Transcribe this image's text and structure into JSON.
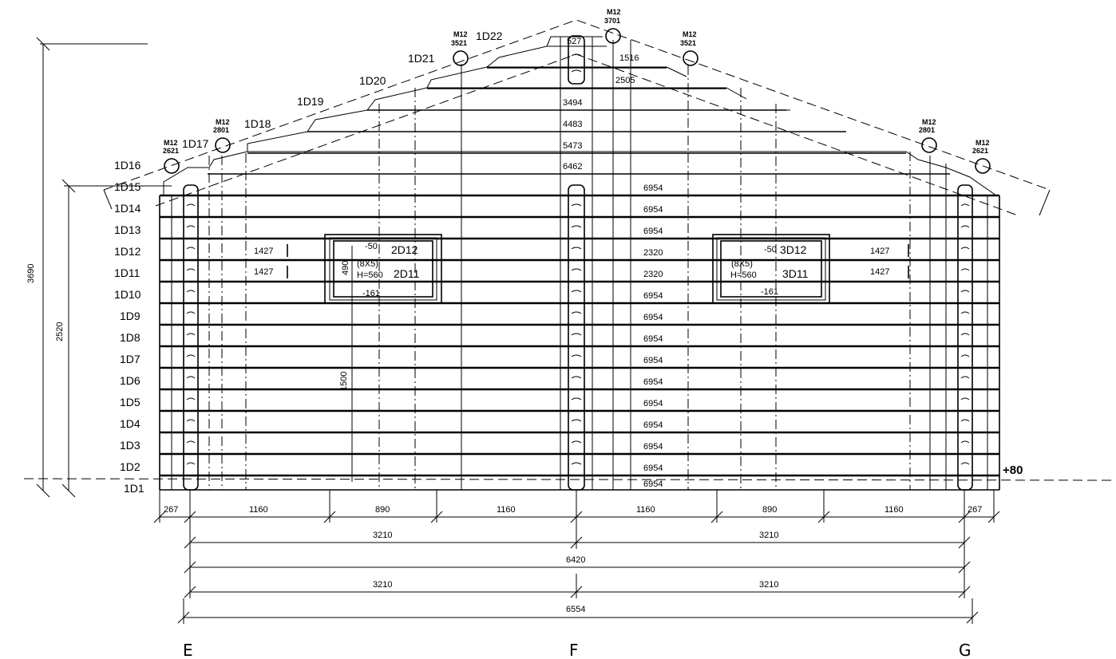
{
  "courses": [
    "1D1",
    "1D2",
    "1D3",
    "1D4",
    "1D5",
    "1D6",
    "1D7",
    "1D8",
    "1D9",
    "1D10",
    "1D11",
    "1D12",
    "1D13",
    "1D14",
    "1D15",
    "1D16",
    "1D17",
    "1D18",
    "1D19",
    "1D20",
    "1D21",
    "1D22"
  ],
  "center_lengths": [
    "6954",
    "6954",
    "6954",
    "6954",
    "6954",
    "6954",
    "6954",
    "6954",
    "6954",
    "6954",
    "2320",
    "2320",
    "6954",
    "6954",
    "6954"
  ],
  "gable_lengths": [
    "6462",
    "5473",
    "4483",
    "3494",
    "2505",
    "1516",
    "527"
  ],
  "side_lengths": [
    "1427",
    "1427"
  ],
  "bolts": [
    {
      "label": "M12",
      "value": "2621"
    },
    {
      "label": "M12",
      "value": "2801"
    },
    {
      "label": "M12",
      "value": "3521"
    },
    {
      "label": "M12",
      "value": "3701"
    },
    {
      "label": "M12",
      "value": "3521"
    },
    {
      "label": "M12",
      "value": "2801"
    },
    {
      "label": "M12",
      "value": "2621"
    }
  ],
  "windows": [
    {
      "top_course": "2D12",
      "bottom_course": "2D11",
      "size": "(8X5)",
      "height": "H=560",
      "top_offset": "-50",
      "bottom_offset": "-161",
      "opening": "490"
    },
    {
      "top_course": "3D12",
      "bottom_course": "3D11",
      "size": "(8X5)",
      "height": "H=560",
      "top_offset": "-50",
      "bottom_offset": "-161"
    }
  ],
  "heights": {
    "total": "3690",
    "wall": "2520",
    "sill": "1500",
    "base_mark": "+80"
  },
  "dimension_rows": [
    [
      "267",
      "1160",
      "890",
      "1160",
      "1160",
      "890",
      "1160",
      "267"
    ],
    [
      "3210",
      "3210"
    ],
    [
      "6420"
    ],
    [
      "3210",
      "3210"
    ],
    [
      "6554"
    ]
  ],
  "axes": [
    "E",
    "F",
    "G"
  ]
}
